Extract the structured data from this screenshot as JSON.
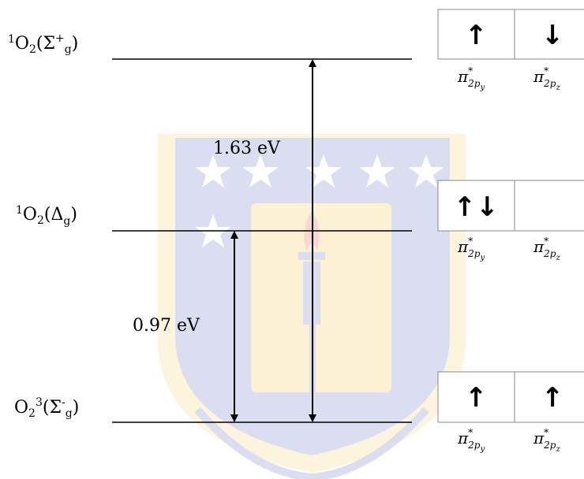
{
  "watermark": {
    "description_icon": "university-shield-torch-watermark-icon",
    "colors": {
      "shield": "#3a4fa8",
      "gold": "#f2c23a",
      "flame": "#e8463a"
    }
  },
  "states": [
    {
      "id": "sigma",
      "label": {
        "pre": "1",
        "base": "O",
        "sub": "2",
        "open": "(",
        "sym": "Σ",
        "sup": "+",
        "sub2": "g",
        "close": ")"
      },
      "orbitals": {
        "left_spin": "↑",
        "right_spin": "↓",
        "left_label": {
          "pi": "π",
          "star": "*",
          "sub": "2p",
          "subsub": "y"
        },
        "right_label": {
          "pi": "π",
          "star": "*",
          "sub": "2p",
          "subsub": "z"
        }
      }
    },
    {
      "id": "delta",
      "label": {
        "pre": "1",
        "base": "O",
        "sub": "2",
        "open": "(",
        "sym": "Δ",
        "sub2": "g",
        "close": ")"
      },
      "orbitals": {
        "left_spin": "↑↓",
        "right_spin": "",
        "left_label": {
          "pi": "π",
          "star": "*",
          "sub": "2p",
          "subsub": "y"
        },
        "right_label": {
          "pi": "π",
          "star": "*",
          "sub": "2p",
          "subsub": "z"
        }
      }
    },
    {
      "id": "ground",
      "label": {
        "base": "O",
        "sub": "2",
        "sup_pre": "3",
        "open": "(",
        "sym": "Σ",
        "sup": "-",
        "sub2": "g",
        "close": ")"
      },
      "orbitals": {
        "left_spin": "↑",
        "right_spin": "↑",
        "left_label": {
          "pi": "π",
          "star": "*",
          "sub": "2p",
          "subsub": "y"
        },
        "right_label": {
          "pi": "π",
          "star": "*",
          "sub": "2p",
          "subsub": "z"
        }
      }
    }
  ],
  "transitions": [
    {
      "id": "sigma-from-ground",
      "energy": "1.63 eV"
    },
    {
      "id": "delta-from-ground",
      "energy": "0.97 eV"
    }
  ]
}
